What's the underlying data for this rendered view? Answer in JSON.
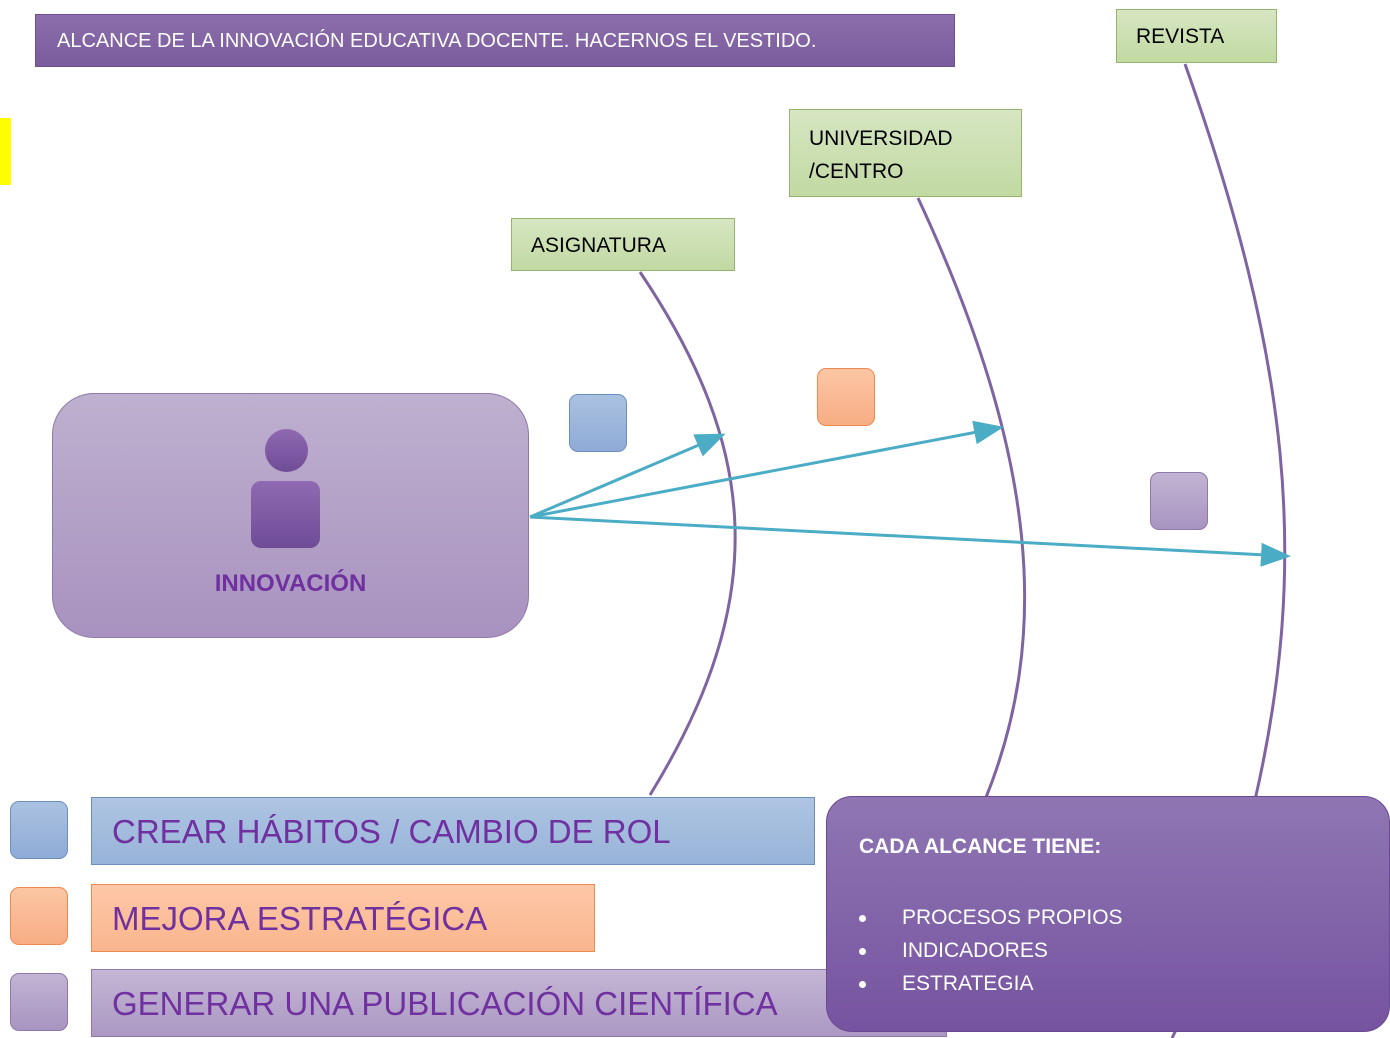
{
  "title": "ALCANCE DE LA INNOVACIÓN EDUCATIVA DOCENTE. HACERNOS EL VESTIDO.",
  "scopes": {
    "asignatura": "ASIGNATURA",
    "universidad_line1": "UNIVERSIDAD",
    "universidad_line2": "/CENTRO",
    "revista": "REVISTA"
  },
  "source": {
    "label": "INNOVACIÓN",
    "icon": "person-icon"
  },
  "legend": [
    {
      "label": "CREAR HÁBITOS / CAMBIO DE ROL",
      "color": "#9bb5da"
    },
    {
      "label": "MEJORA ESTRATÉGICA",
      "color": "#fab58d"
    },
    {
      "label": "GENERAR UNA PUBLICACIÓN CIENTÍFICA",
      "color": "#b09dc6"
    }
  ],
  "info": {
    "title": "CADA ALCANCE TIENE:",
    "items": [
      "PROCESOS PROPIOS",
      "INDICADORES",
      "ESTRATEGIA"
    ]
  },
  "colors": {
    "arrow": "#4bacc6",
    "curve": "#8064a2",
    "accent_purple": "#7030a0",
    "highlight": "#ffff00"
  }
}
